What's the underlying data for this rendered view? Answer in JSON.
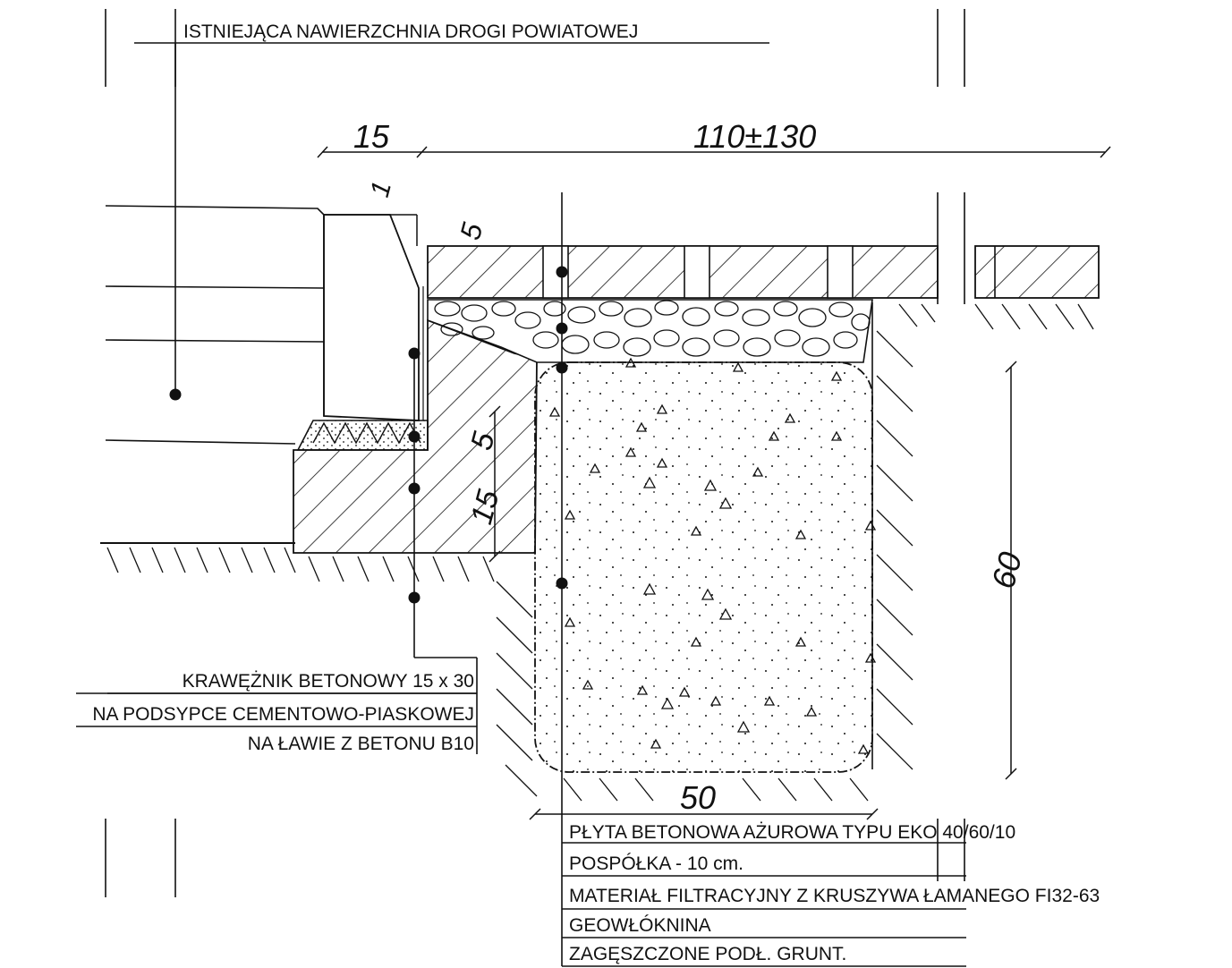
{
  "labels": {
    "top_label": "ISTNIEJĄCA NAWIERZCHNIA DROGI POWIATOWEJ",
    "curb_line1": "KRAWĘŻNIK BETONOWY 15 x 30",
    "curb_line2": "NA PODSYPCE CEMENTOWO-PIASKOWEJ",
    "curb_line3": "NA ŁAWIE Z BETONU B10",
    "layers": [
      "PŁYTA BETONOWA AŻUROWA TYPU EKO 40/60/10",
      "POSPÓŁKA - 10 cm.",
      "MATERIAŁ FILTRACYJNY Z KRUSZYWA ŁAMANEGO FI32-63",
      "GEOWŁÓKNINA",
      "ZAGĘSZCZONE PODŁ. GRUNT."
    ]
  },
  "dimensions": {
    "d15_top": "15",
    "d110": "110±130",
    "d1": "1",
    "d5_top": "5",
    "d5_mid": "5",
    "d15_mid": "15",
    "d60": "60",
    "d50": "50"
  }
}
